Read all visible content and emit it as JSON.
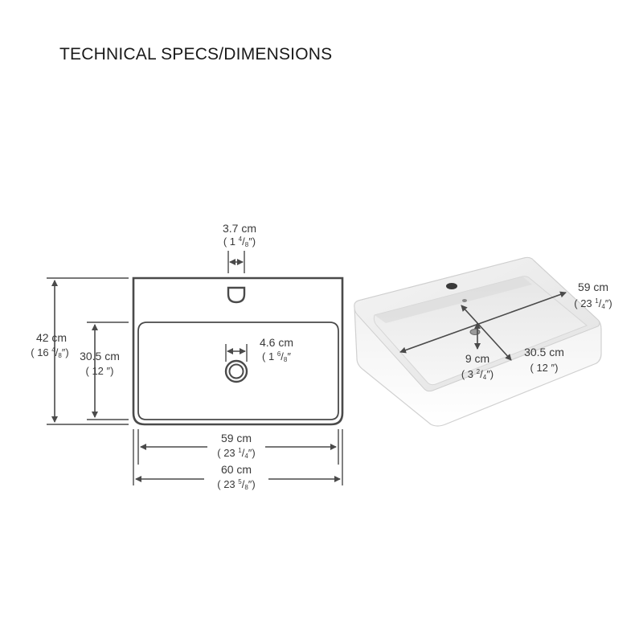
{
  "title": "TECHNICAL SPECS/DIMENSIONS",
  "colors": {
    "line": "#4a4a4a",
    "text": "#3a3a3a",
    "ceramic_edge": "#d8d8d8",
    "ceramic_shadow": "#bdbdbd"
  },
  "dims": {
    "faucet_hole": {
      "cm": "3.7 cm",
      "in_open": "( 1 ",
      "num": "4",
      "den": "8",
      "in_close": "″)"
    },
    "drain": {
      "cm": "4.6 cm",
      "in_open": "( 1 ",
      "num": "6",
      "den": "8",
      "in_close": "″"
    },
    "total_depth": {
      "cm": "42 cm",
      "in_open": "( 16 ",
      "num": "4",
      "den": "8",
      "in_close": "″)"
    },
    "inner_depth": {
      "cm": "30.5 cm",
      "in": "( 12 ″)"
    },
    "inner_width": {
      "cm": "59 cm",
      "in_open": "( 23 ",
      "num": "1",
      "den": "4",
      "in_close": "″)"
    },
    "total_width": {
      "cm": "60 cm",
      "in_open": "( 23 ",
      "num": "5",
      "den": "8",
      "in_close": "″)"
    },
    "iso_width": {
      "cm": "59 cm",
      "in_open": "( 23 ",
      "num": "1",
      "den": "4",
      "in_close": "″)"
    },
    "iso_height": {
      "cm": "9 cm",
      "in_open": "( 3 ",
      "num": "2",
      "den": "4",
      "in_close": "″)"
    },
    "iso_depth": {
      "cm": "30.5 cm",
      "in": "( 12 ″)"
    }
  }
}
